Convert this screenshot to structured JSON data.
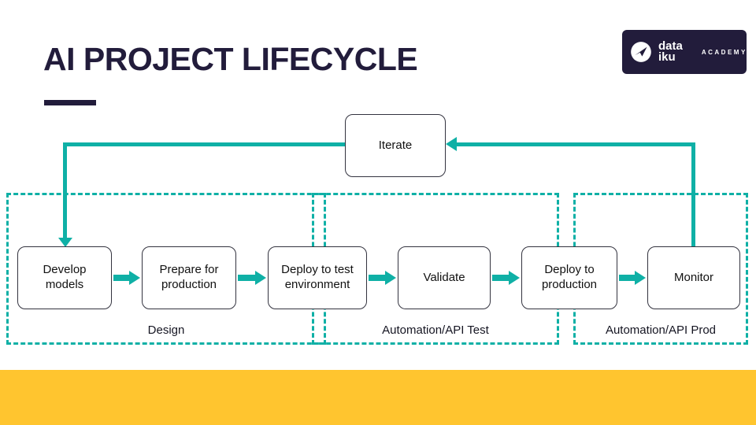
{
  "slide": {
    "title": "AI PROJECT LIFECYCLE"
  },
  "logo": {
    "brand_line1": "data",
    "brand_line2": "iku",
    "sub": "ACADEMY"
  },
  "diagram": {
    "iterate_label": "Iterate",
    "nodes": [
      {
        "id": "develop-models",
        "label": "Develop models"
      },
      {
        "id": "prepare-for-production",
        "label": "Prepare for production"
      },
      {
        "id": "deploy-to-test-environment",
        "label": "Deploy to test environment"
      },
      {
        "id": "validate",
        "label": "Validate"
      },
      {
        "id": "deploy-to-production",
        "label": "Deploy to production"
      },
      {
        "id": "monitor",
        "label": "Monitor"
      }
    ],
    "groups": [
      {
        "id": "design",
        "label": "Design"
      },
      {
        "id": "automation-api-test",
        "label": "Automation/API Test"
      },
      {
        "id": "automation-api-prod",
        "label": "Automation/API Prod"
      }
    ]
  },
  "colors": {
    "teal": "#0FB0A6",
    "navy": "#221C3B",
    "yellow": "#FFC52F"
  }
}
